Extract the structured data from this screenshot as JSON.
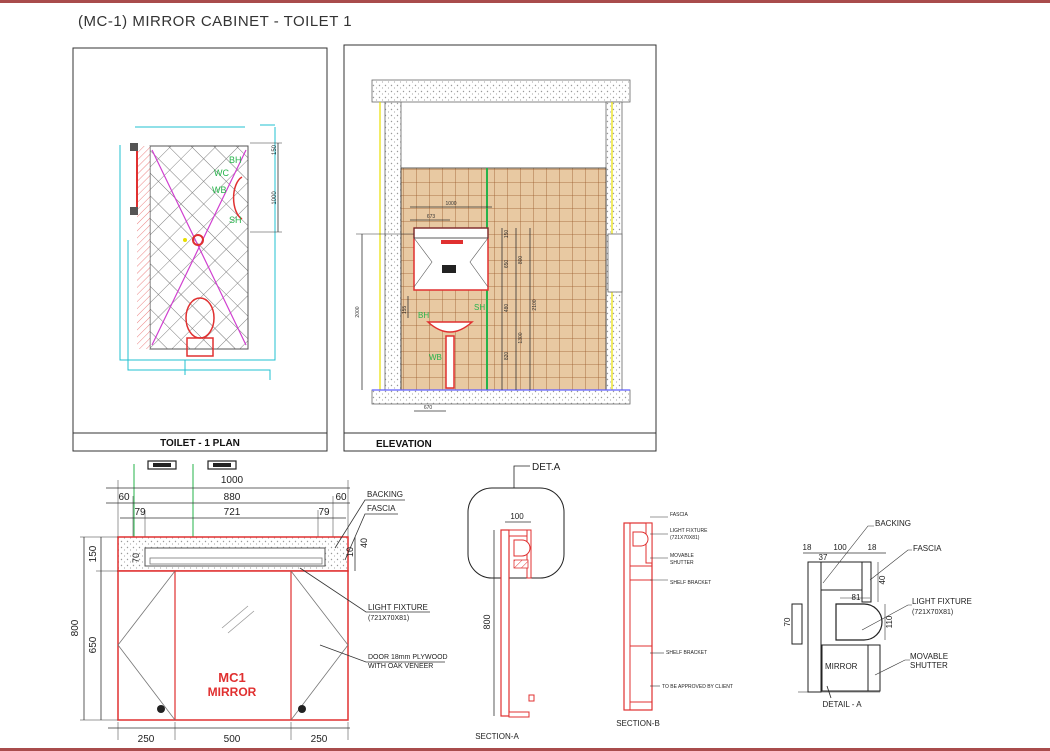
{
  "sheet_title": "(MC-1) MIRROR CABINET - TOILET 1",
  "plan": {
    "caption": "TOILET - 1 PLAN",
    "labels": {
      "bh": "BH",
      "wc": "WC",
      "wb": "WB",
      "sh": "SH"
    },
    "dims": {
      "d1": "1000",
      "d2": "150"
    }
  },
  "elevation": {
    "caption": "ELEVATION",
    "labels": {
      "bh": "BH",
      "sh": "SH",
      "wb": "WB"
    },
    "dims": {
      "w1000": "1000",
      "w673": "673",
      "h150": "150",
      "h650": "650",
      "h800": "800",
      "h480": "480",
      "h2100": "2100",
      "h1300": "1300",
      "h820": "820",
      "h2000": "2000",
      "h155": "155",
      "w670": "670"
    }
  },
  "front": {
    "d_1000": "1000",
    "d_60a": "60",
    "d_880": "880",
    "d_60b": "60",
    "d_79a": "79",
    "d_721": "721",
    "d_79b": "79",
    "d_150": "150",
    "d_70": "70",
    "d_10": "10",
    "d_40": "40",
    "d_800": "800",
    "d_650": "650",
    "d_250a": "250",
    "d_500": "500",
    "d_250b": "250",
    "backing": "BACKING",
    "fascia": "FASCIA",
    "light1": "LIGHT FIXTURE",
    "light2": "(721X70X81)",
    "door1": "DOOR  18mm PLYWOOD",
    "door2": "WITH OAK VENEER",
    "mark1": "MC1",
    "mark2": "MIRROR"
  },
  "section_a": {
    "det": "DET.A",
    "d100": "100",
    "d800": "800",
    "caption": "SECTION-A"
  },
  "section_b": {
    "fascia": "FASCIA",
    "light1": "LIGHT FIXTURE",
    "light2": "(721X70X81)",
    "movable1": "MOVABLE",
    "movable2": "SHUTTER",
    "shelf1": "SHELF BRACKET",
    "shelf2": "SHELF BRACKET",
    "note": "TO BE APPROVED BY CLIENT",
    "caption": "SECTION-B"
  },
  "detail_a": {
    "backing": "BACKING",
    "fascia": "FASCIA",
    "d18a": "18",
    "d100": "100",
    "d18b": "18",
    "d37": "37",
    "d40": "40",
    "d81": "81",
    "d70": "70",
    "d110": "110",
    "light1": "LIGHT FIXTURE",
    "light2": "(721X70X81)",
    "movable1": "MOVABLE",
    "movable2": "SHUTTER",
    "mirror": "MIRROR",
    "caption": "DETAIL - A"
  },
  "colors": {
    "red": "#e03030",
    "green": "#26b34a",
    "cyan": "#20c0d0",
    "magenta": "#d040d0",
    "tile": "#e6c9a0",
    "frame_bar": "#a94c4c"
  }
}
